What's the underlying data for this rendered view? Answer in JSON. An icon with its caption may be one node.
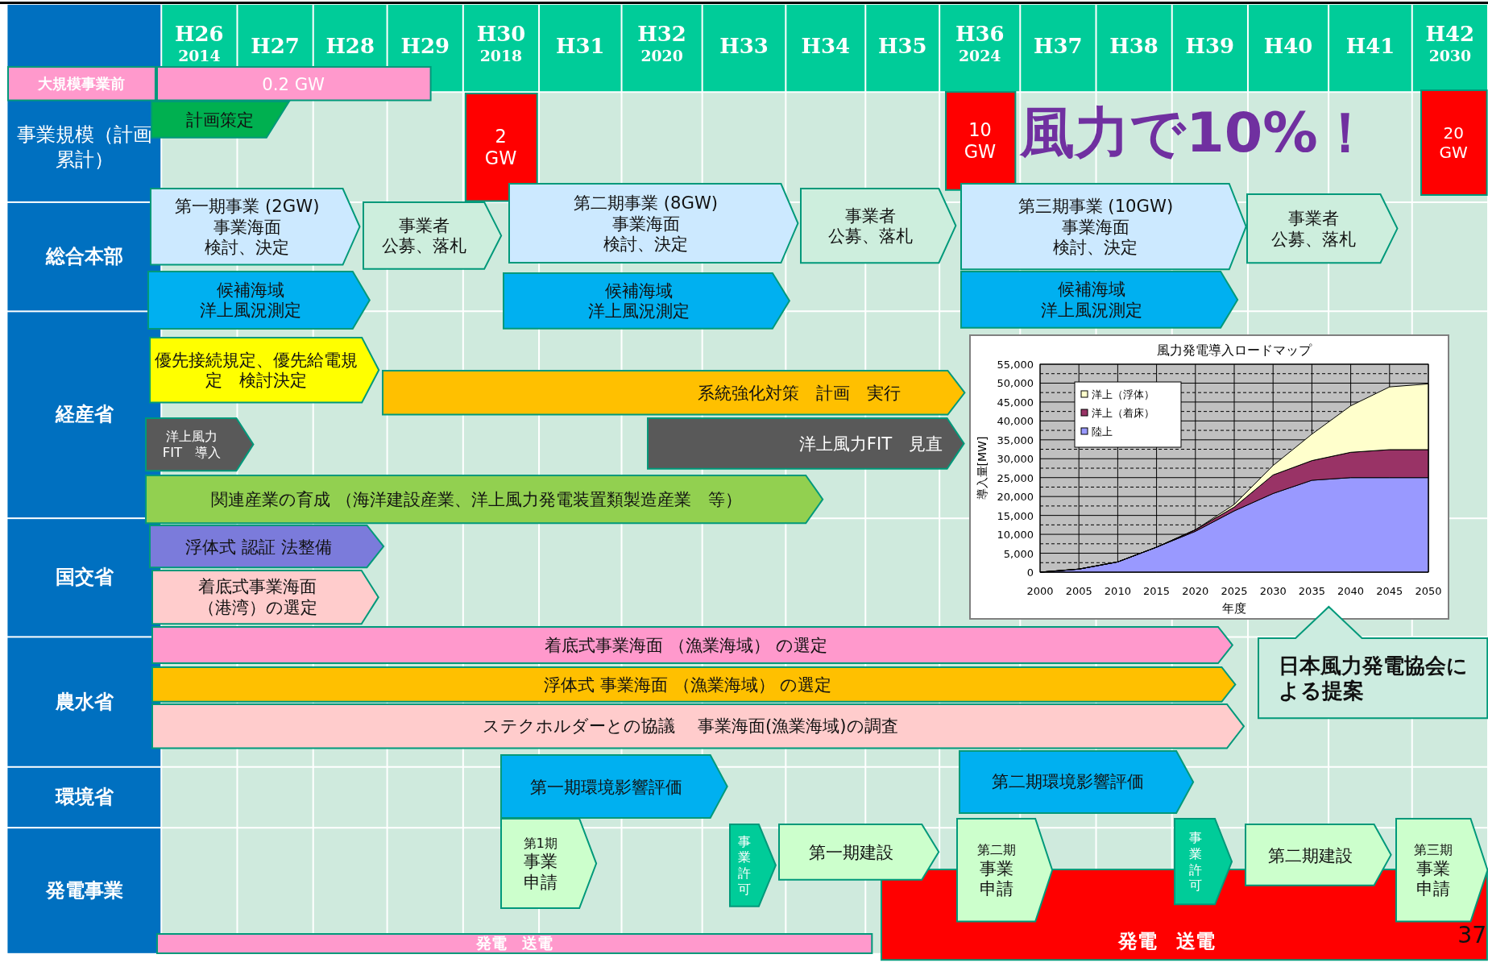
{
  "diagram": {
    "nodes": [
      {
        "text": [
          "大規模事業前"
        ]
      },
      {
        "text": [
          "0.2 GW"
        ]
      },
      {
        "text": [
          "計画策定"
        ]
      },
      {
        "text": [
          "2 GW"
        ]
      },
      {
        "text": [
          "10 GW"
        ]
      },
      {
        "text": [
          "20 GW"
        ]
      },
      {
        "text": [
          "第一期事業 (2GW)",
          "事業海面",
          "検討、決定"
        ]
      },
      {
        "text": [
          "事業者",
          "公募、落札"
        ]
      },
      {
        "text": [
          "第二期事業 (8GW)",
          "事業海面",
          "検討、決定"
        ]
      },
      {
        "text": [
          "事業者",
          "公募、落札"
        ]
      },
      {
        "text": [
          "第三期事業 (10GW)",
          "事業海面",
          "検討、決定"
        ]
      },
      {
        "text": [
          "事業者",
          "公募、落札"
        ]
      },
      {
        "text": [
          "候補海域",
          "洋上風況測定"
        ]
      },
      {
        "text": [
          "候補海域",
          "洋上風況測定"
        ]
      },
      {
        "text": [
          "候補海域",
          "洋上風況測定"
        ]
      },
      {
        "text": [
          "優先接続規定、優先給電規定　検討決定"
        ]
      },
      {
        "text": [
          "系統強化対策　計画　実行"
        ]
      },
      {
        "text": [
          "洋上風力",
          "FIT　導入"
        ]
      },
      {
        "text": [
          "洋上風力FIT　見直"
        ]
      },
      {
        "text": [
          "関連産業の育成 （海洋建設産業、洋上風力発電装置類製造産業　等）"
        ]
      },
      {
        "text": [
          "浮体式 認証 法整備"
        ]
      },
      {
        "text": [
          "着底式事業海面",
          "（港湾）の選定"
        ]
      },
      {
        "text": [
          "着底式事業海面 （漁業海域） の選定"
        ]
      },
      {
        "text": [
          "浮体式 事業海面 （漁業海域） の選定"
        ]
      },
      {
        "text": [
          "ステクホルダーとの協議　 事業海面(漁業海域)の調査"
        ]
      },
      {
        "text": [
          "第一期環境影響評価"
        ]
      },
      {
        "text": [
          "第二期環境影響評価"
        ]
      },
      {
        "text": [
          "第1期",
          "事業申請"
        ]
      },
      {
        "text": [
          "事業許可"
        ]
      },
      {
        "text": [
          "第一期建設"
        ]
      },
      {
        "text": [
          "発電　送電"
        ]
      },
      {
        "text": [
          "第二期",
          "事業申請"
        ]
      },
      {
        "text": [
          "事業許可"
        ]
      },
      {
        "text": [
          "第二期建設"
        ]
      },
      {
        "text": [
          "第三期",
          "事業申請"
        ]
      },
      {
        "text": [
          "発電　送電"
        ]
      },
      {
        "text": [
          "日本風力発電協会による提案"
        ]
      }
    ],
    "labels": [
      "H26",
      "2014",
      "H27",
      "H28",
      "H29",
      "H30",
      "2018",
      "H31",
      "H32",
      "2020",
      "H33",
      "H34",
      "H35",
      "H36",
      "2024",
      "H37",
      "H38",
      "H39",
      "H40",
      "H41",
      "H42",
      "2030",
      "事業規模（計画累計）",
      "総合本部",
      "経産省",
      "国交省",
      "農水省",
      "環境省",
      "発電事業",
      "風力で10%！",
      "37"
    ],
    "chart_data": {
      "type": "area",
      "title": "風力発電導入ロードマップ",
      "xlabel": "年度",
      "ylabel": "導入量[MW]",
      "stacked": true,
      "x": [
        2000,
        2005,
        2010,
        2015,
        2020,
        2025,
        2030,
        2035,
        2040,
        2045,
        2050
      ],
      "series": [
        {
          "name": "陸上",
          "color": "#9999ff",
          "values": [
            0,
            800,
            2700,
            6600,
            10800,
            16200,
            20800,
            24300,
            25000,
            25000,
            25000
          ]
        },
        {
          "name": "洋上（着床）",
          "color": "#993366",
          "values": [
            0,
            0,
            0,
            0,
            400,
            1000,
            4900,
            5200,
            6700,
            7400,
            7400
          ]
        },
        {
          "name": "洋上（浮体）",
          "color": "#ffffcc",
          "values": [
            0,
            0,
            0,
            0,
            0,
            700,
            2500,
            7000,
            12300,
            16600,
            17400
          ]
        }
      ],
      "grid": true,
      "legend": "upper left",
      "xlim": [
        2000,
        2050
      ],
      "ylim": [
        0,
        55000
      ],
      "xticks": [
        2000,
        2005,
        2010,
        2015,
        2020,
        2025,
        2030,
        2035,
        2040,
        2045,
        2050
      ],
      "yticks": [
        {
          "value": 0,
          "label": "0"
        },
        {
          "value": 5000,
          "label": "5,000"
        },
        {
          "value": 10000,
          "label": "10,000"
        },
        {
          "value": 15000,
          "label": "15,000"
        },
        {
          "value": 20000,
          "label": "20,000"
        },
        {
          "value": 25000,
          "label": "25,000"
        },
        {
          "value": 30000,
          "label": "30,000"
        },
        {
          "value": 35000,
          "label": "35,000"
        },
        {
          "value": 40000,
          "label": "40,000"
        },
        {
          "value": 45000,
          "label": "45,000"
        },
        {
          "value": 50000,
          "label": "50,000"
        },
        {
          "value": 55000,
          "label": "55,000"
        }
      ]
    }
  }
}
